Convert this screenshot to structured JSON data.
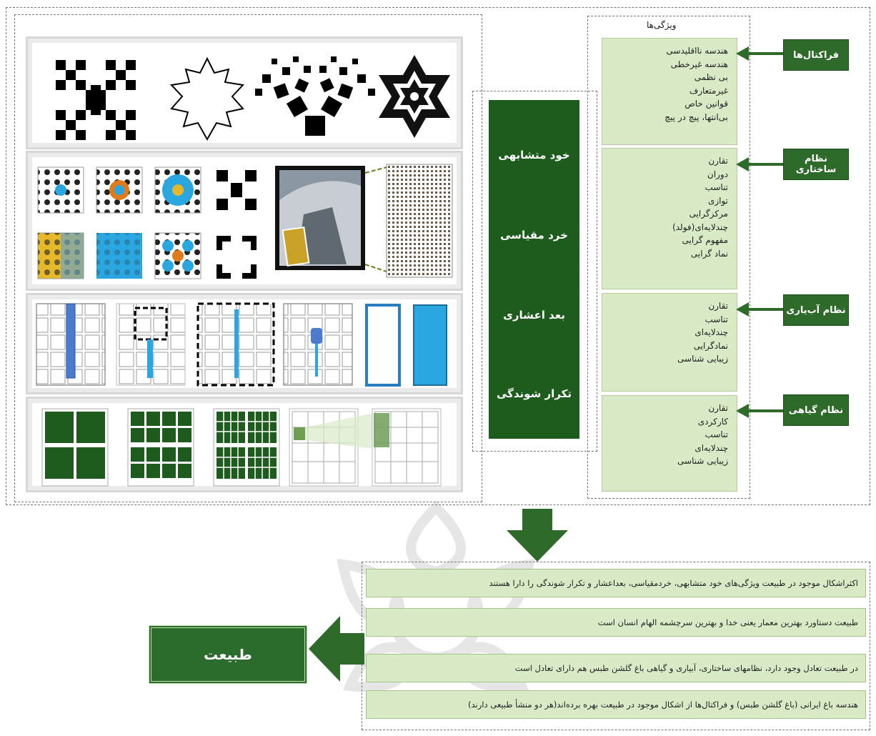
{
  "features_title": "ویژگی‌ها",
  "properties": [
    "خود متشابهی",
    "خرد مقیاسی",
    "بعد اعشاری",
    "تکرار شوندگی"
  ],
  "categories": [
    {
      "label": "فراکتال‌ها",
      "items": [
        "هندسه نااقلیدسی",
        "هندسه غیرخطی",
        "بی نظمی",
        "غیرمتعارف",
        "قوانین خاص",
        "بی‌انتها، پیچ در پیچ"
      ]
    },
    {
      "label": "نظام ساختاری",
      "items": [
        "تقارن",
        "دوران",
        "تناسب",
        "توازی",
        "مرکزگرایی",
        "چندلایه‌ای(فولد)",
        "مفهوم گرایی",
        "نماد گرایی"
      ]
    },
    {
      "label": "نظام آب‌یاری",
      "items": [
        "تقارن",
        "تناسب",
        "چندلایه‌ای",
        "نمادگرایی",
        "زیبایی شناسی"
      ]
    },
    {
      "label": "نظام گیاهی",
      "items": [
        "تقارن",
        "کارکردی",
        "تناسب",
        "چندلایه‌ای",
        "زیبایی شناسی"
      ]
    }
  ],
  "conclusions": [
    "اکثراشکال موجود در طبیعت ویژگی‌های خود متشابهی، خردمقیاسی، بعداعشار و تکرار شوندگی را دارا هستند",
    "طبیعت دستاورد بهترین معمار یعنی خدا و بهترین سرچشمه الهام انسان است",
    "در طبیعت تعادل وجود دارد، نظامهای ساختاری، آبیاری و گیاهی باغ گلشن طبس هم دارای تعادل است",
    "هندسه باغ ایرانی (باغ گلشن طبس) و فراکتال‌ها از اشکال موجود در طبیعت بهره برده‌اند(هر دو منشأ طبیعی دارند)"
  ],
  "nature_label": "طبیعت",
  "colors": {
    "dark_green": "#1e5c1e",
    "button_green": "#2e6a2a",
    "light_green": "#d9eac6",
    "tile_blue": "#2aa6e0",
    "tile_orange": "#e07a1a",
    "tile_yellow": "#e6b92a"
  }
}
